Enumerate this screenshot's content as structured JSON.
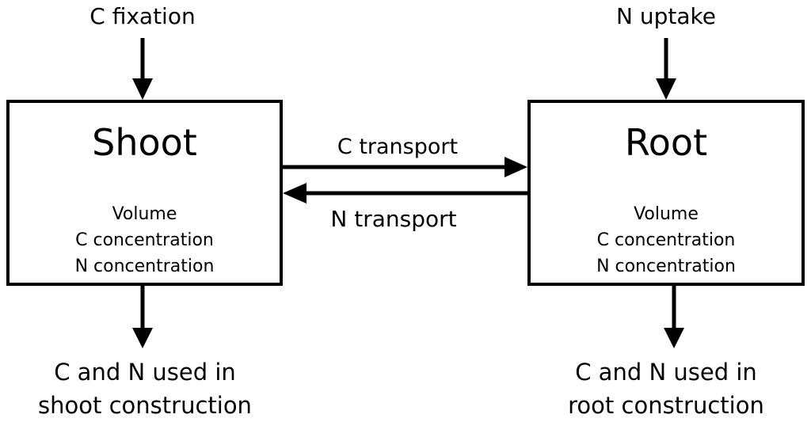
{
  "inputs": {
    "shoot_input": "C fixation",
    "root_input": "N uptake"
  },
  "shoot": {
    "title": "Shoot",
    "properties": [
      "Volume",
      "C concentration",
      "N concentration"
    ]
  },
  "root": {
    "title": "Root",
    "properties": [
      "Volume",
      "C concentration",
      "N concentration"
    ]
  },
  "transport": {
    "shoot_to_root": "C transport",
    "root_to_shoot": "N transport"
  },
  "outputs": {
    "shoot_line1": "C and N used in",
    "shoot_line2": "shoot construction",
    "root_line1": "C and N used in",
    "root_line2": "root construction"
  }
}
